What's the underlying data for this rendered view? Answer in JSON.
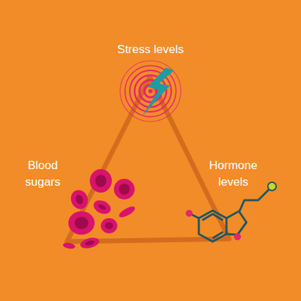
{
  "diagram": {
    "labels": [
      "Stress levels",
      "Blood sugars",
      "Hormone levels"
    ]
  }
}
